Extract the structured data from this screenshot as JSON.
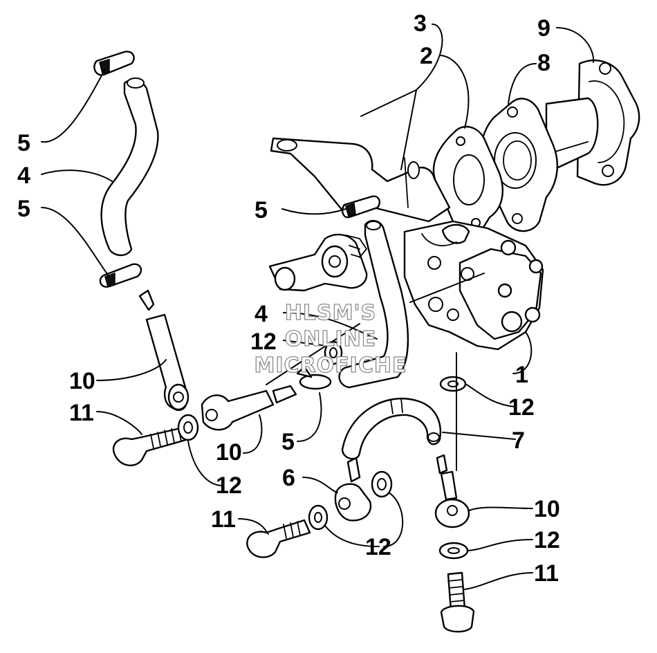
{
  "diagram": {
    "callouts": [
      "3",
      "2",
      "9",
      "8",
      "5",
      "4",
      "5",
      "5",
      "4",
      "12",
      "10",
      "11",
      "12",
      "10",
      "5",
      "1",
      "12",
      "7",
      "6",
      "11",
      "12",
      "10",
      "12",
      "11"
    ],
    "watermark": [
      "HLSM'S",
      "ONLINE",
      "MICROFICHE"
    ]
  }
}
